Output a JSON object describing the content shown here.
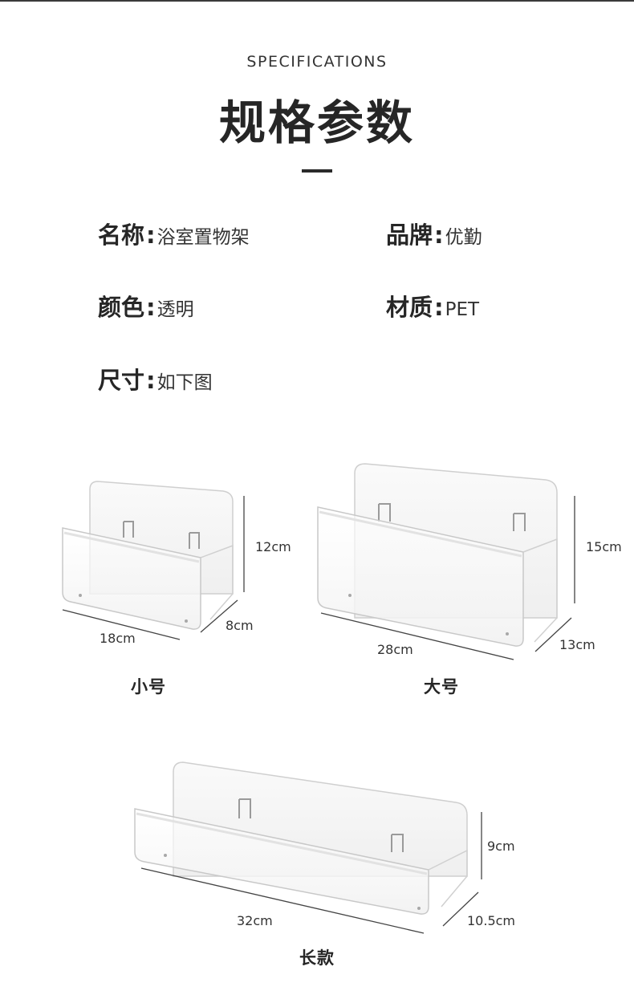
{
  "header": {
    "eyebrow": "SPECIFICATIONS",
    "title": "规格参数"
  },
  "specs": [
    {
      "label": "名称",
      "value": "浴室置物架"
    },
    {
      "label": "品牌",
      "value": "优勤"
    },
    {
      "label": "颜色",
      "value": "透明"
    },
    {
      "label": "材质",
      "value": "PET"
    },
    {
      "label": "尺寸",
      "value": "如下图"
    }
  ],
  "products": [
    {
      "name": "小号",
      "width": "18cm",
      "depth": "8cm",
      "height": "12cm"
    },
    {
      "name": "大号",
      "width": "28cm",
      "depth": "13cm",
      "height": "15cm"
    },
    {
      "name": "长款",
      "width": "32cm",
      "depth": "10.5cm",
      "height": "9cm"
    }
  ],
  "colors": {
    "text": "#262626",
    "shelf_edge": "#c9c9c9",
    "shelf_fill": "#eeeeee"
  }
}
